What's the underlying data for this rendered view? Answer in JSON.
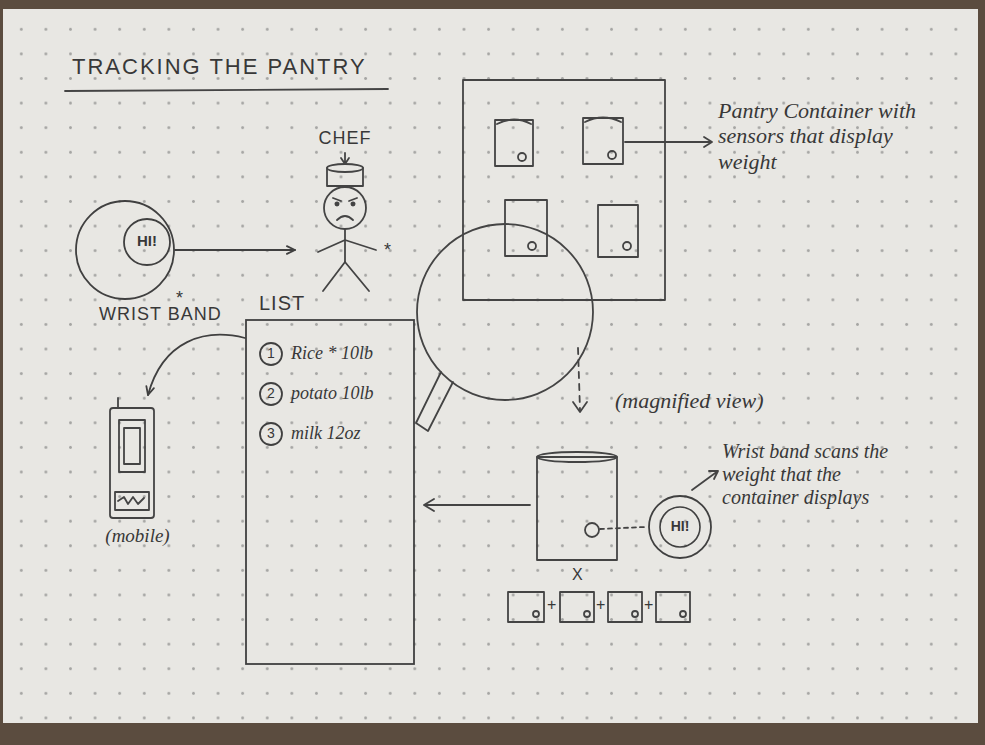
{
  "diagram": {
    "title": "TRACKING THE PANTRY",
    "nodes": [
      {
        "text": [
          "WRIST BAND"
        ]
      },
      {
        "text": [
          "HI!"
        ],
        "in": 0
      },
      {
        "text": [
          "CHEF"
        ]
      },
      {
        "text": [
          "LIST",
          "Rice * 10lb",
          "potato 10lb",
          "milk 12oz"
        ]
      },
      {
        "text": [
          "1"
        ],
        "in": 3
      },
      {
        "text": [
          "2"
        ],
        "in": 3
      },
      {
        "text": [
          "3"
        ],
        "in": 3
      },
      {
        "text": [
          "(mobile)"
        ]
      },
      {
        "text": [
          "HI!"
        ]
      }
    ],
    "edges": [
      {
        "from": 0,
        "to": 2,
        "arrow": "to"
      },
      {
        "from": 3,
        "to": 7,
        "arrow": "to"
      }
    ],
    "labels": [
      "Pantry Container with sensors that display weight",
      "(magnified view)",
      "Wrist band scans the weight that the container displays",
      "X",
      "+",
      "+",
      "+",
      "*",
      "*"
    ]
  }
}
